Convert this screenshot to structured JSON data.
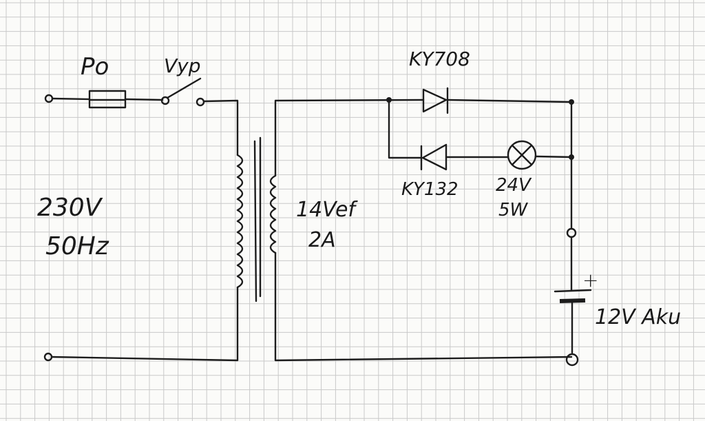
{
  "labels": {
    "fuse": "Po",
    "switch": "Vyp",
    "diode_top": "KY708",
    "diode_bottom": "KY132",
    "lamp_voltage": "24V",
    "lamp_power": "5W",
    "input_voltage": "230V",
    "input_freq": "50Hz",
    "secondary_voltage": "14Vef",
    "secondary_current": "2A",
    "battery_plus": "+",
    "battery": "12V Aku"
  },
  "colors": {
    "ink": "#1c1c1c",
    "grid": "#c9c9c9",
    "paper": "#fbfbf9"
  }
}
